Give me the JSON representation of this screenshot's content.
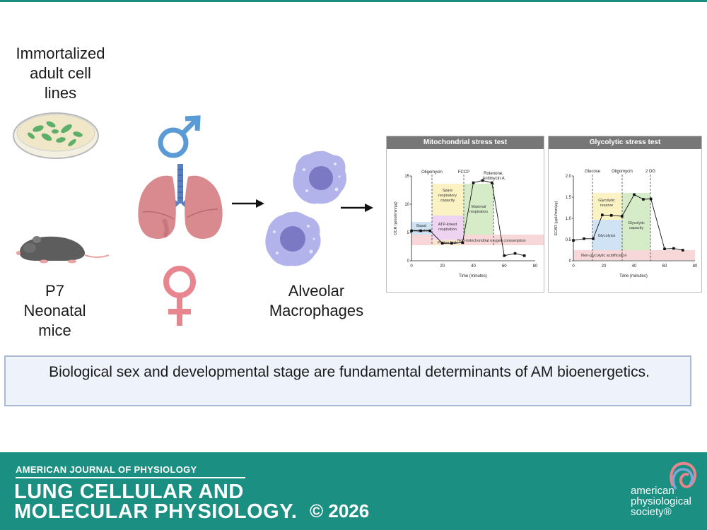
{
  "labels": {
    "cells": "Immortalized\nadult cell\nlines",
    "mice": "P7\nNeonatal\nmice",
    "macrophages": "Alveolar\nMacrophages"
  },
  "mito": {
    "title": "Mitochondrial stress test",
    "ylabel": "OCR (pmol/min/μg)",
    "xlabel": "Time (minutes)",
    "yticks": [
      "0",
      "5",
      "10",
      "15"
    ],
    "xticks": [
      "0",
      "20",
      "40",
      "60",
      "80"
    ],
    "injections": [
      "Oligomycin",
      "FCCP",
      "Rotenone,",
      "Antimycin A"
    ],
    "regions": {
      "basal": [
        "Basal",
        "respiration"
      ],
      "spare": [
        "Spare",
        "respiratory",
        "capacity"
      ],
      "atp": [
        "ATP-linked",
        "respiration"
      ],
      "leak": "Proton leak",
      "maximal": [
        "Maximal",
        "respiration"
      ],
      "nonmito": "Non-mitochondrial oxygen consumption"
    }
  },
  "glyco": {
    "title": "Glycolytic stress test",
    "ylabel": "ECAR (μpH/min/μg)",
    "xlabel": "Time (minutes)",
    "yticks": [
      "0",
      "0.5",
      "1.0",
      "1.5",
      "2.0"
    ],
    "xticks": [
      "0",
      "20",
      "40",
      "60",
      "80"
    ],
    "injections": [
      "Glucose",
      "Oligomycin",
      "2 DG"
    ],
    "regions": {
      "reserve": [
        "Glycolytic",
        "reserve"
      ],
      "glycolysis": "Glycolysis",
      "capacity": [
        "Glycolytic",
        "capacity"
      ],
      "nonglyco": "Non-glycolytic acidification"
    }
  },
  "chart_data": [
    {
      "type": "line",
      "title": "Mitochondrial stress test",
      "xlabel": "Time (minutes)",
      "ylabel": "OCR (pmol/min/μg)",
      "xlim": [
        0,
        80
      ],
      "ylim": [
        0,
        15
      ],
      "series": [
        {
          "x": [
            0,
            6,
            12,
            20,
            26,
            33,
            40,
            46,
            52,
            60,
            67,
            73
          ],
          "values": [
            5.3,
            5.3,
            5.3,
            3.1,
            3.1,
            3.2,
            13.8,
            14.2,
            13.8,
            0.9,
            1.3,
            0.9
          ]
        }
      ],
      "grid": false
    },
    {
      "type": "line",
      "title": "Glycolytic stress test",
      "xlabel": "Time (minutes)",
      "ylabel": "ECAR (μpH/min/μg)",
      "xlim": [
        0,
        80
      ],
      "ylim": [
        0,
        2.0
      ],
      "series": [
        {
          "x": [
            0,
            7,
            13,
            19,
            25,
            32,
            40,
            46,
            51,
            60,
            66,
            72
          ],
          "values": [
            0.48,
            0.52,
            0.52,
            1.08,
            1.07,
            1.05,
            1.56,
            1.45,
            1.46,
            0.28,
            0.29,
            0.25
          ]
        }
      ],
      "grid": false
    }
  ],
  "summary": "Biological sex and developmental stage are fundamental determinants of AM bioenergetics.",
  "footer": {
    "journal_small": "AMERICAN JOURNAL OF PHYSIOLOGY",
    "title_line1": "LUNG CELLULAR AND",
    "title_line2": "MOLECULAR PHYSIOLOGY.",
    "year": "© 2026",
    "society": "american\nphysiological\nsociety®"
  },
  "colors": {
    "teal": "#1b8f82",
    "male": "#5b9bd5",
    "female": "#e8868f",
    "lung": "#d98a8e",
    "macrophage": "#a4a4e6"
  }
}
